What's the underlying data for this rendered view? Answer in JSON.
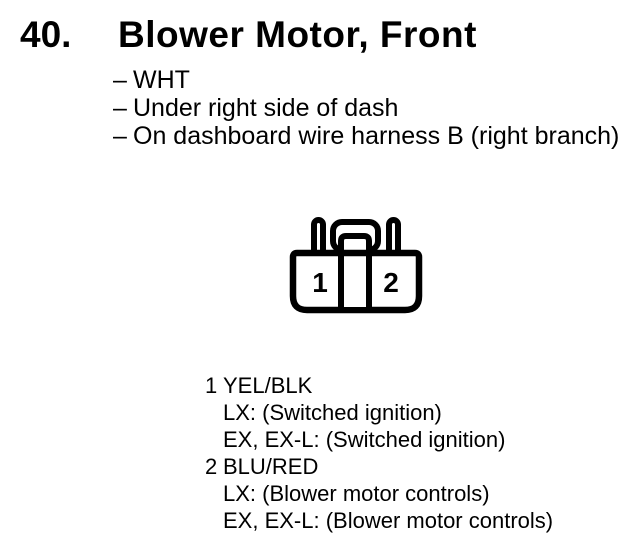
{
  "document": {
    "item_number": "40.",
    "title": "Blower Motor, Front",
    "location_notes": [
      {
        "marker": "–",
        "text": "WHT"
      },
      {
        "marker": "–",
        "text": "Under right side of dash"
      },
      {
        "marker": "–",
        "text": "On dashboard wire harness B (right branch)"
      }
    ]
  },
  "connector_diagram": {
    "description": "2-cavity connector, front view, with center latch and two index tabs",
    "cavity_labels": [
      "1",
      "2"
    ],
    "line_color": "#000000",
    "fill_color": "#ffffff"
  },
  "pin_list": [
    {
      "number": "1",
      "wire_color": "YEL/BLK",
      "trim_notes": [
        "LX: (Switched ignition)",
        "EX, EX-L: (Switched ignition)"
      ]
    },
    {
      "number": "2",
      "wire_color": "BLU/RED",
      "trim_notes": [
        "LX: (Blower motor controls)",
        "EX, EX-L: (Blower motor controls)"
      ]
    }
  ]
}
